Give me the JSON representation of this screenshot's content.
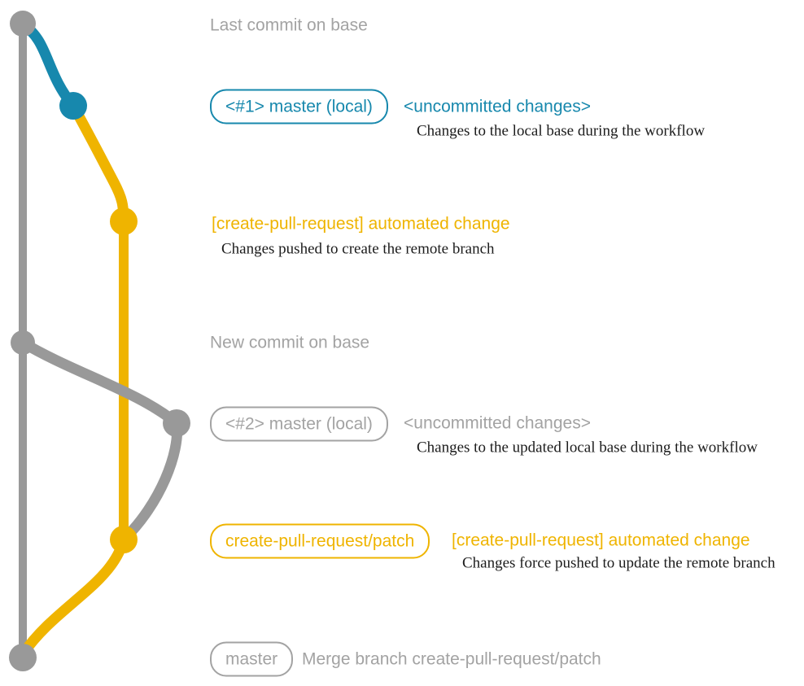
{
  "colors": {
    "blue": "#1788ad",
    "yellow": "#efb400",
    "gray": "#999999",
    "graytext": "#a3a3a3",
    "ink": "#1c1c1c"
  },
  "labels": {
    "last_commit": "Last commit on base",
    "new_commit": "New commit on base",
    "merge_note": "Merge branch create-pull-request/patch"
  },
  "badges": {
    "master_local_1": "<#1> master (local)",
    "master_local_2": "<#2> master (local)",
    "cpr_patch": "create-pull-request/patch",
    "master": "master"
  },
  "annotations": {
    "uncommitted_1": {
      "title": "<uncommitted changes>",
      "desc": "Changes to the local base during the workflow"
    },
    "automated_1": {
      "title": "[create-pull-request] automated change",
      "desc": "Changes pushed to create the remote branch"
    },
    "uncommitted_2": {
      "title": "<uncommitted changes>",
      "desc": "Changes to the updated local base during the workflow"
    },
    "automated_2": {
      "title": "[create-pull-request] automated change",
      "desc": "Changes force pushed to update the remote branch"
    }
  },
  "graph": {
    "branches": [
      {
        "name": "base",
        "color_key": "gray"
      },
      {
        "name": "uncommitted-changes",
        "color_key": "blue"
      },
      {
        "name": "create-pull-request/patch",
        "color_key": "yellow"
      },
      {
        "name": "updated-local-base",
        "color_key": "gray"
      }
    ],
    "commits": [
      {
        "id": "base-top",
        "label": "Last commit on base",
        "branch": "base"
      },
      {
        "id": "uncommitted-1",
        "label": "<#1> master (local)",
        "branch": "uncommitted-changes"
      },
      {
        "id": "automated-1",
        "label": "[create-pull-request] automated change",
        "branch": "create-pull-request/patch"
      },
      {
        "id": "base-new",
        "label": "New commit on base",
        "branch": "base"
      },
      {
        "id": "uncommitted-2",
        "label": "<#2> master (local)",
        "branch": "updated-local-base"
      },
      {
        "id": "automated-2",
        "label": "[create-pull-request] automated change",
        "branch": "create-pull-request/patch"
      },
      {
        "id": "merge",
        "label": "Merge branch create-pull-request/patch",
        "branch": "base"
      }
    ]
  }
}
